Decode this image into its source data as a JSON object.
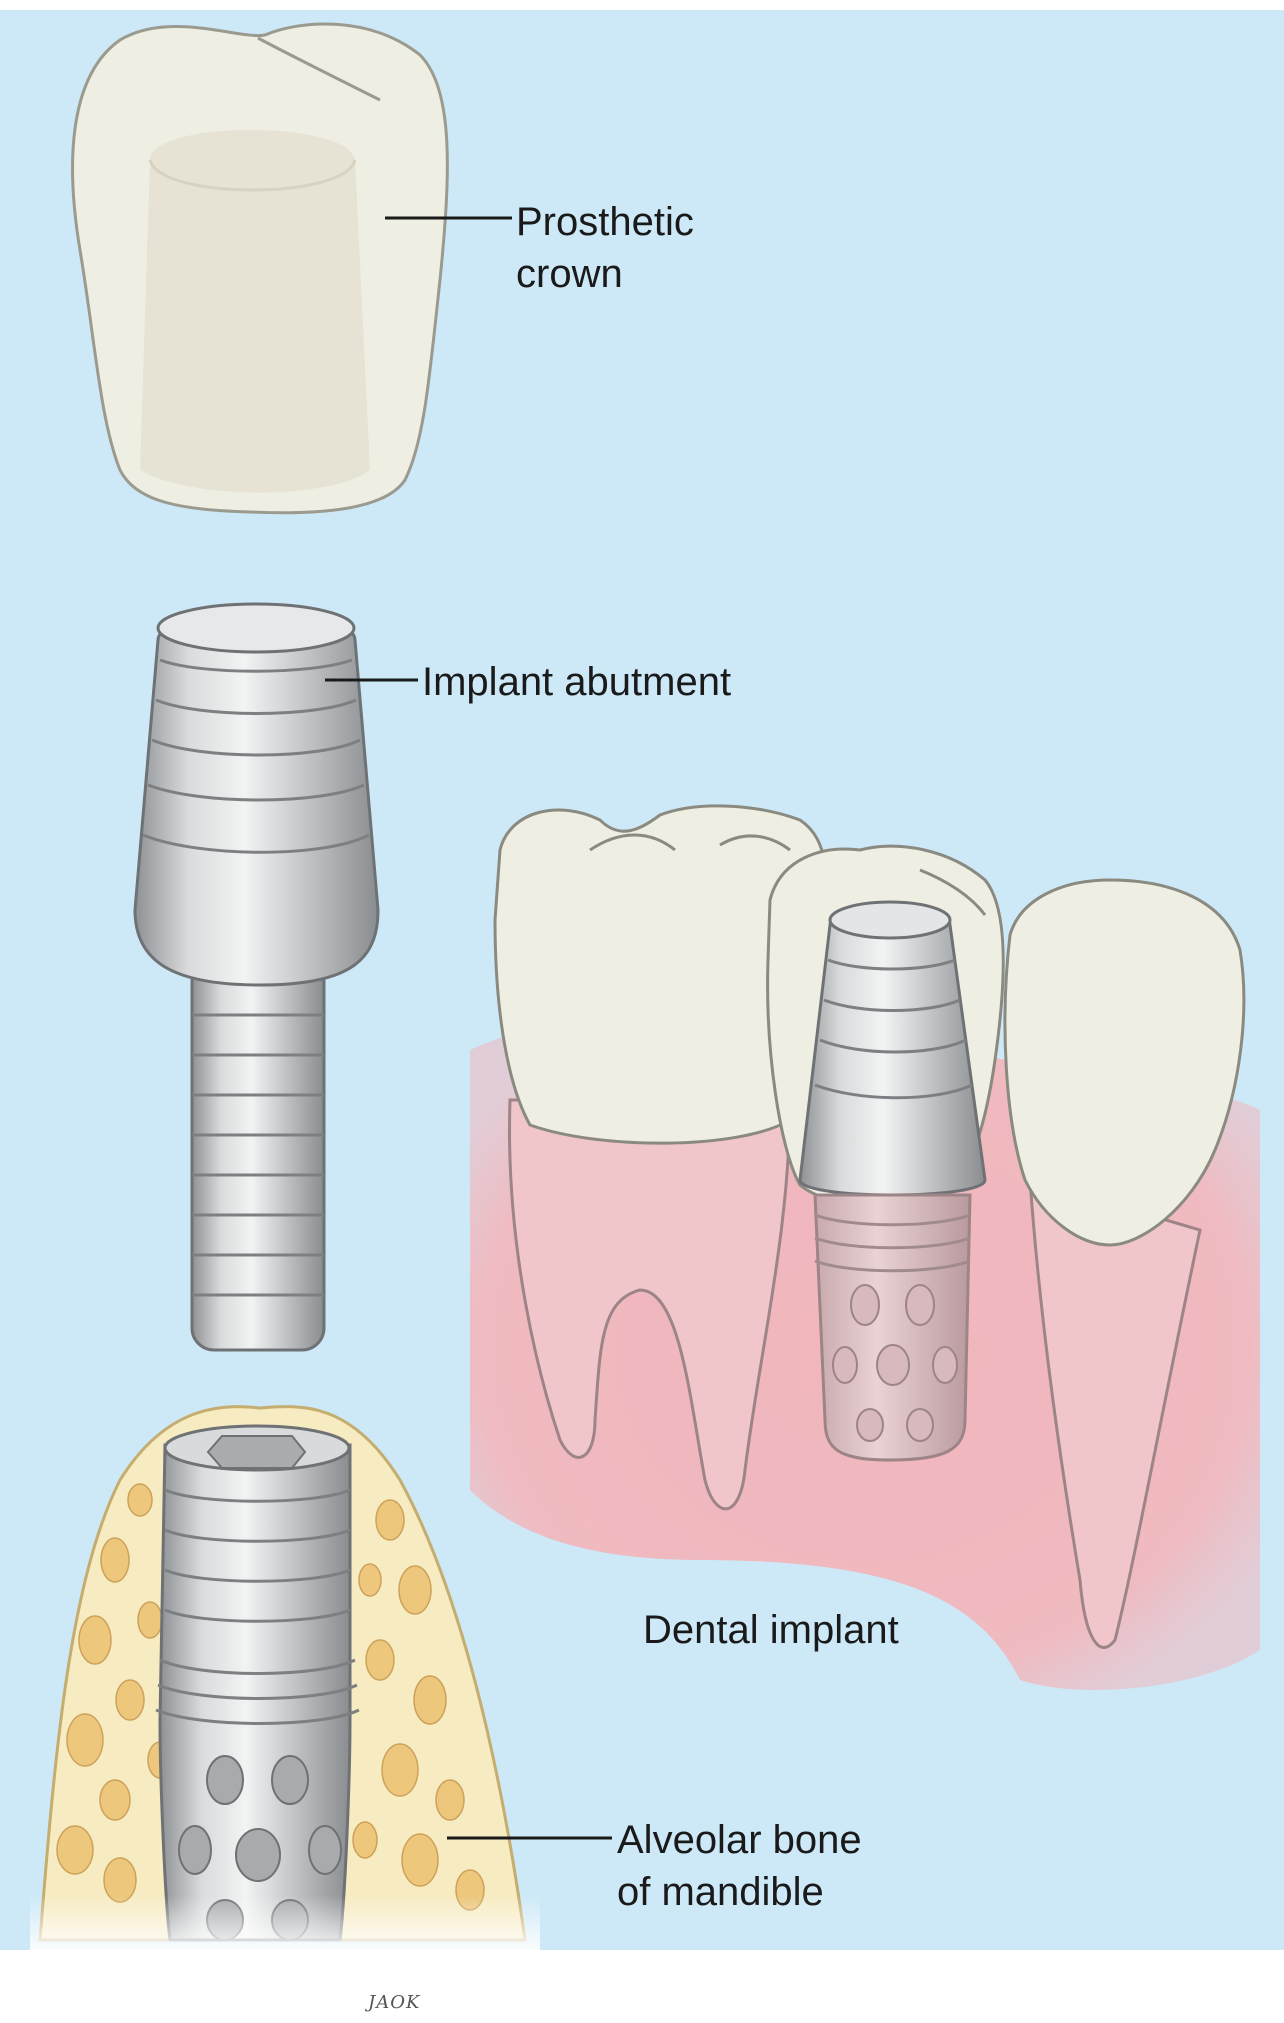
{
  "labels": {
    "prosthetic_crown": [
      "Prosthetic",
      "crown"
    ],
    "implant_abutment": "Implant abutment",
    "dental_implant": "Dental implant",
    "alveolar_bone": [
      "Alveolar bone",
      "of mandible"
    ]
  },
  "signature": "JAOK",
  "colors": {
    "background": "#cde9f8",
    "tooth": "#efeee3",
    "tooth_outline": "#8a8a80",
    "gum": "#f2b9be",
    "bone": "#f7ebc2",
    "bone_pores": "#ecc77c",
    "metal": "#c6c8ca"
  }
}
